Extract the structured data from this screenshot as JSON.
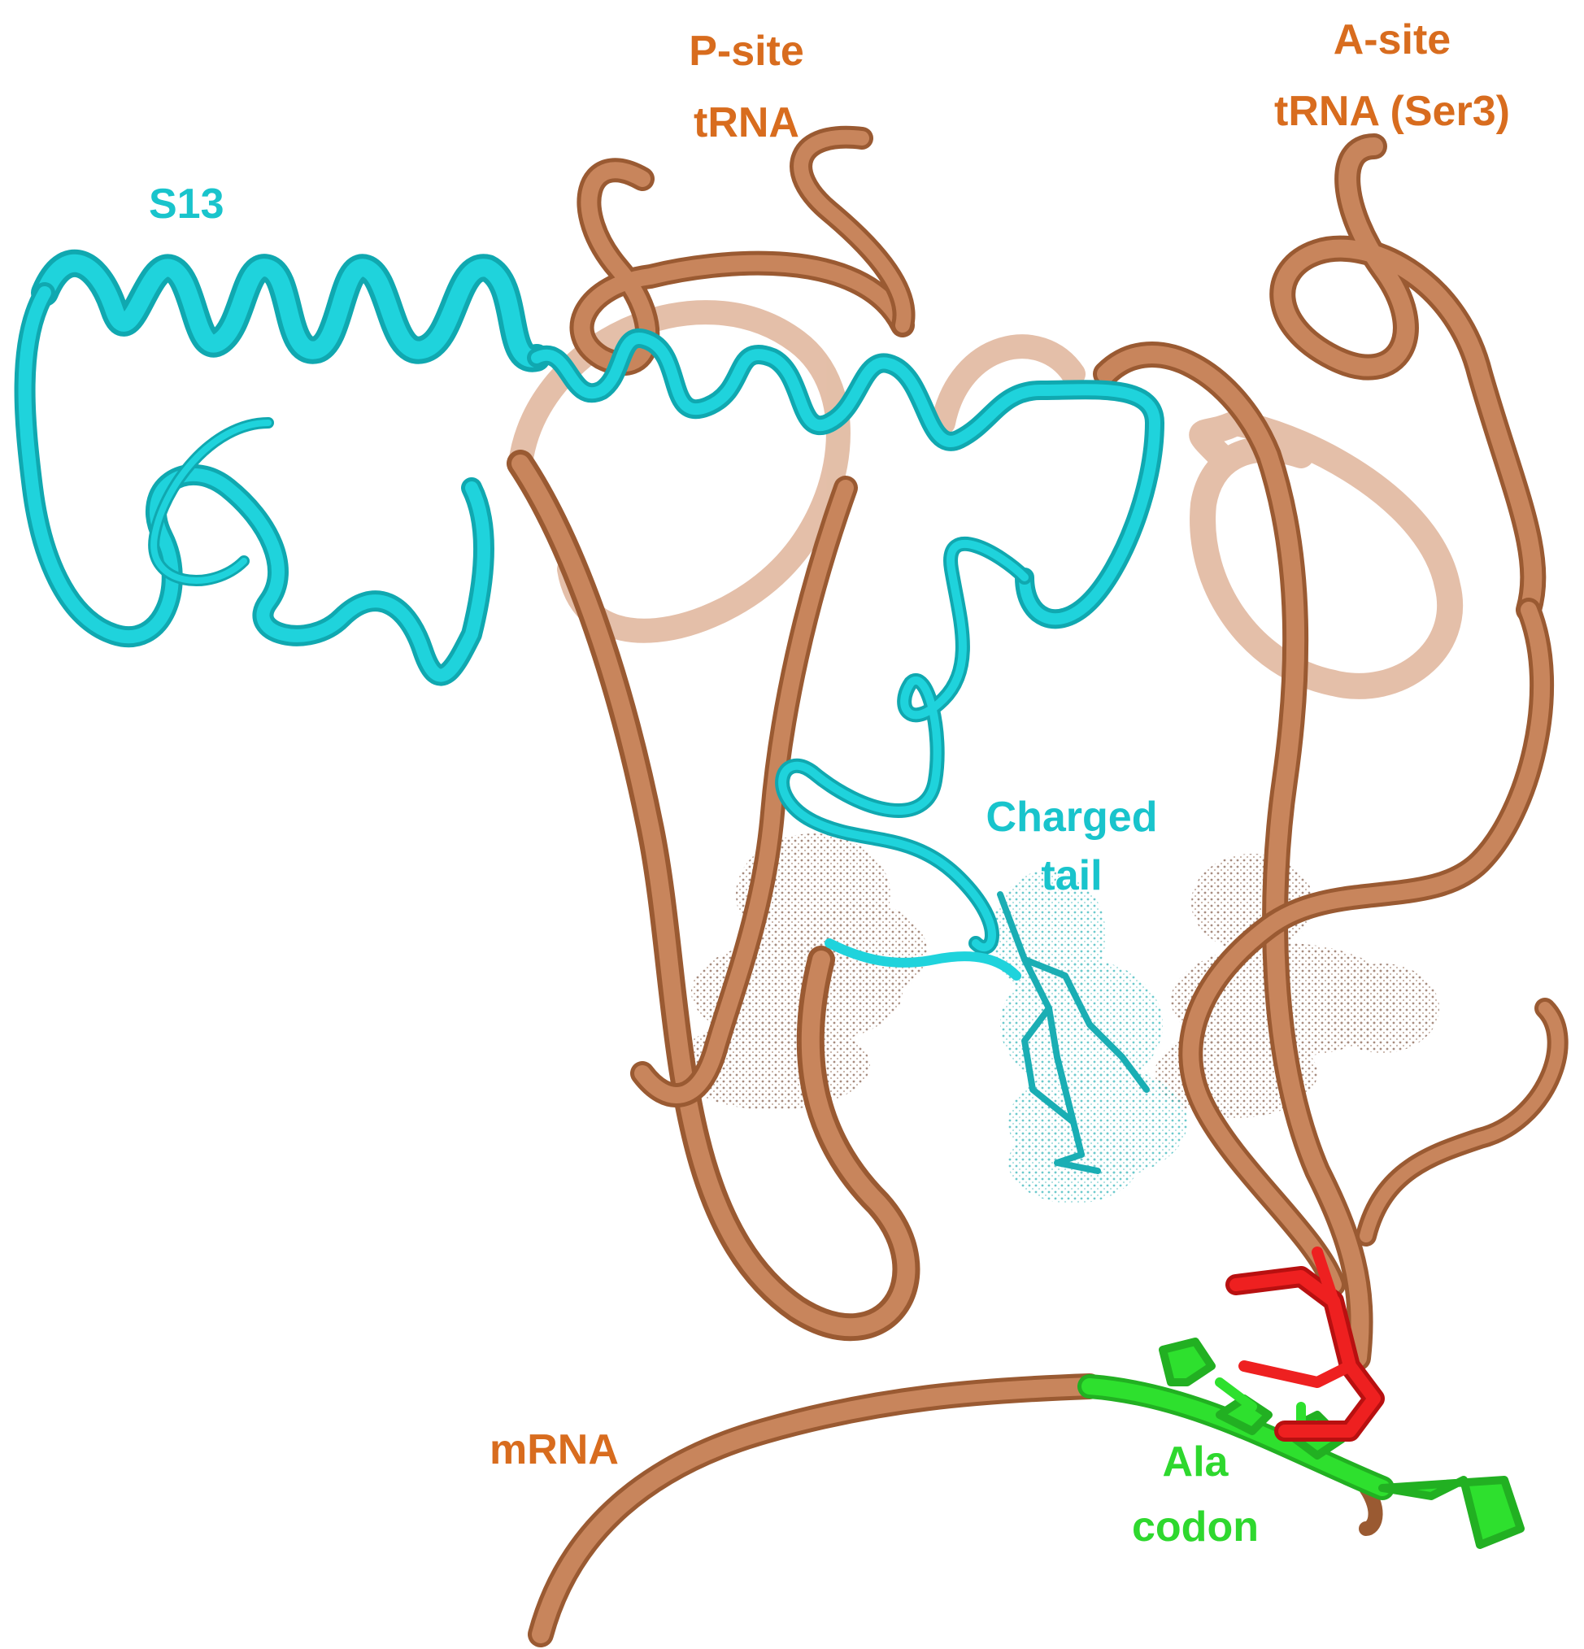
{
  "labels": {
    "s13": "S13",
    "p_site_line1": "P-site",
    "p_site_line2": "tRNA",
    "a_site_line1": "A-site",
    "a_site_line2": "tRNA (Ser3)",
    "charged_line1": "Charged",
    "charged_line2": "tail",
    "mrna": "mRNA",
    "ala_line1": "Ala",
    "ala_line2": "codon"
  },
  "colors": {
    "protein": "#1fd3dc",
    "protein_dark": "#10a8b0",
    "rna": "#c8855c",
    "rna_dark": "#9a5a32",
    "rna_light": "#e3b79a",
    "label_orange": "#d86c1e",
    "label_cyan": "#19c4cc",
    "codon_green": "#2ee02e",
    "anticodon_red": "#ee2020",
    "mesh_brown": "#a07a6a",
    "mesh_cyan": "#5cc8c8"
  }
}
